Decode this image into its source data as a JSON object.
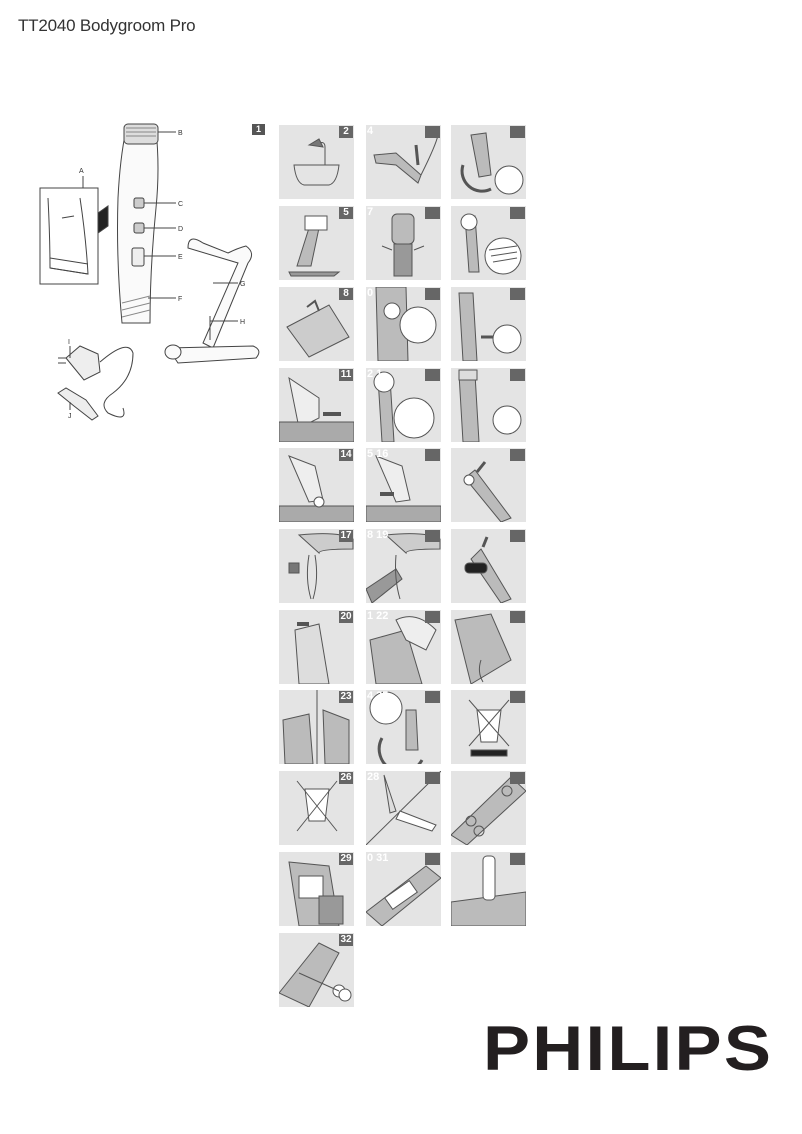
{
  "document": {
    "title": "TT2040 Bodygroom Pro",
    "brand_logo": "PHILIPS"
  },
  "figure_1": {
    "number": "1",
    "labels": [
      "A",
      "B",
      "C",
      "D",
      "E",
      "F",
      "G",
      "H",
      "I",
      "J"
    ],
    "parts": {
      "A": "comb-attachment-detail",
      "B": "foil-shaving-head",
      "C": "button",
      "D": "on-off-button",
      "E": "length-selector",
      "F": "trimming-comb",
      "G": "stand",
      "H": "stand-base",
      "I": "adapter",
      "J": "small-plug"
    }
  },
  "panels": [
    {
      "badge": "2",
      "ghost": "",
      "icon": "bathtub-shower"
    },
    {
      "badge": "",
      "ghost": "4",
      "icon": "stand-plug-in"
    },
    {
      "badge": "",
      "ghost": "",
      "icon": "stand-rotate"
    },
    {
      "badge": "5",
      "ghost": "",
      "icon": "appliance-in-stand"
    },
    {
      "badge": "",
      "ghost": "7",
      "icon": "appliance-charging"
    },
    {
      "badge": "",
      "ghost": "",
      "icon": "comb-detail"
    },
    {
      "badge": "8",
      "ghost": "",
      "icon": "comb-attach"
    },
    {
      "badge": "",
      "ghost": "0",
      "icon": "length-setting"
    },
    {
      "badge": "",
      "ghost": "",
      "icon": "trimmer-button"
    },
    {
      "badge": "11",
      "ghost": "",
      "icon": "trimming-skin"
    },
    {
      "badge": "",
      "ghost": "2 1",
      "icon": "shaver-head-detail"
    },
    {
      "badge": "",
      "ghost": "",
      "icon": "shaver-button"
    },
    {
      "badge": "14",
      "ghost": "",
      "icon": "shaving-skin"
    },
    {
      "badge": "",
      "ghost": "5 16",
      "icon": "shaving-direction"
    },
    {
      "badge": "",
      "ghost": "",
      "icon": "remove-head"
    },
    {
      "badge": "17",
      "ghost": "",
      "icon": "rinse-comb"
    },
    {
      "badge": "",
      "ghost": "8 19",
      "icon": "rinse-appliance"
    },
    {
      "badge": "",
      "ghost": "",
      "icon": "click-head"
    },
    {
      "badge": "20",
      "ghost": "",
      "icon": "open-head"
    },
    {
      "badge": "",
      "ghost": "1 22",
      "icon": "clean-foil"
    },
    {
      "badge": "",
      "ghost": "",
      "icon": "rinse-foil"
    },
    {
      "badge": "23",
      "ghost": "",
      "icon": "replace-click"
    },
    {
      "badge": "",
      "ghost": "4 25",
      "icon": "stand-storage"
    },
    {
      "badge": "",
      "ghost": "",
      "icon": "recycle-bin-bar"
    },
    {
      "badge": "26",
      "ghost": "",
      "icon": "recycle-bin"
    },
    {
      "badge": "",
      "ghost": "28",
      "icon": "open-housing"
    },
    {
      "badge": "",
      "ghost": "",
      "icon": "screws"
    },
    {
      "badge": "29",
      "ghost": "",
      "icon": "remove-panel"
    },
    {
      "badge": "",
      "ghost": "0 31",
      "icon": "battery-compartment"
    },
    {
      "badge": "",
      "ghost": "",
      "icon": "remove-battery"
    },
    {
      "badge": "32",
      "ghost": "",
      "icon": "cut-wires"
    }
  ]
}
